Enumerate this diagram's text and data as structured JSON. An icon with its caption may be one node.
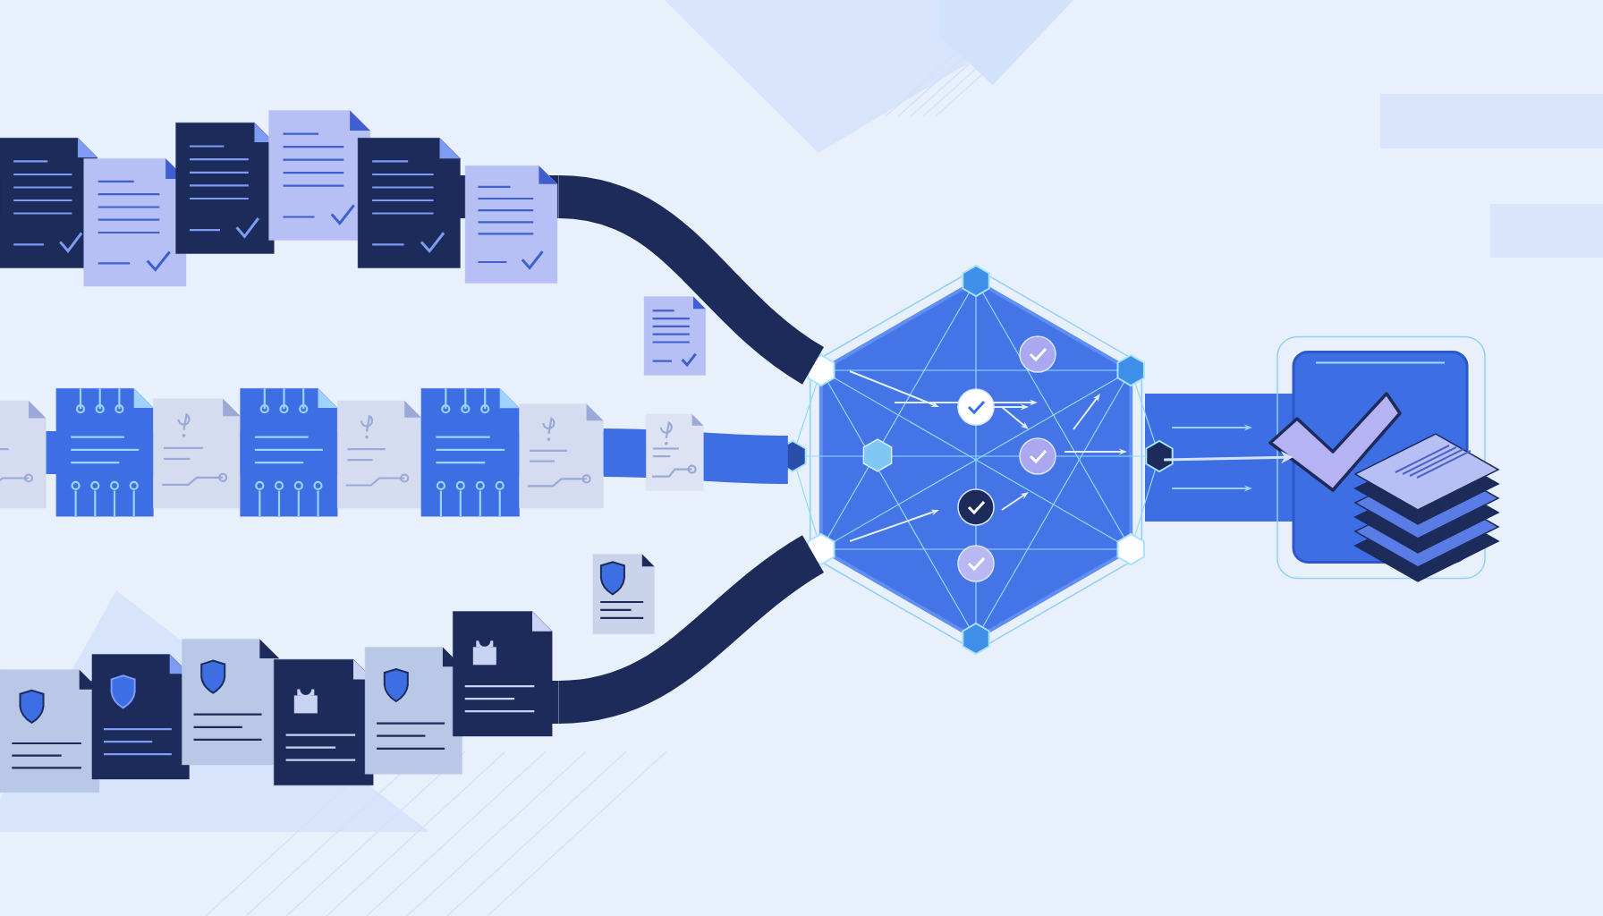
{
  "diagram": {
    "nodes": [
      {
        "text": [],
        "shape": "picture"
      },
      {
        "text": [],
        "shape": "picture"
      },
      {
        "text": [],
        "shape": "picture"
      },
      {
        "text": [],
        "shape": "picture"
      },
      {
        "text": [],
        "shape": "picture"
      }
    ],
    "edges": [
      {
        "from": 0,
        "to": 3,
        "arrow": "none"
      },
      {
        "from": 1,
        "to": 3,
        "arrow": "none",
        "color": "#3e6ee3"
      },
      {
        "from": 2,
        "to": 3,
        "arrow": "none"
      },
      {
        "from": 3,
        "to": 4,
        "arrow": "to",
        "color": "#d4e4ff"
      }
    ]
  }
}
